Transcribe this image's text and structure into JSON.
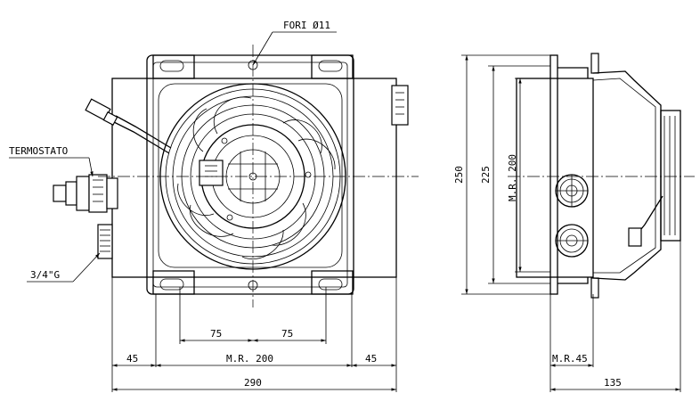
{
  "labels": {
    "fori": "FORI Ø11",
    "termostato": "TERMOSTATO",
    "thread": "3/4\"G"
  },
  "front_view": {
    "dim_left": "45",
    "dim_mr": "M.R. 200",
    "dim_right": "45",
    "dim_total": "290",
    "dim_pitch_left": "75",
    "dim_pitch_right": "75"
  },
  "side_view": {
    "dim_height_total": "250",
    "dim_height_inner": "225",
    "dim_mr": "M.R. 200",
    "dim_mr_small": "M.R.45",
    "dim_depth": "135"
  }
}
